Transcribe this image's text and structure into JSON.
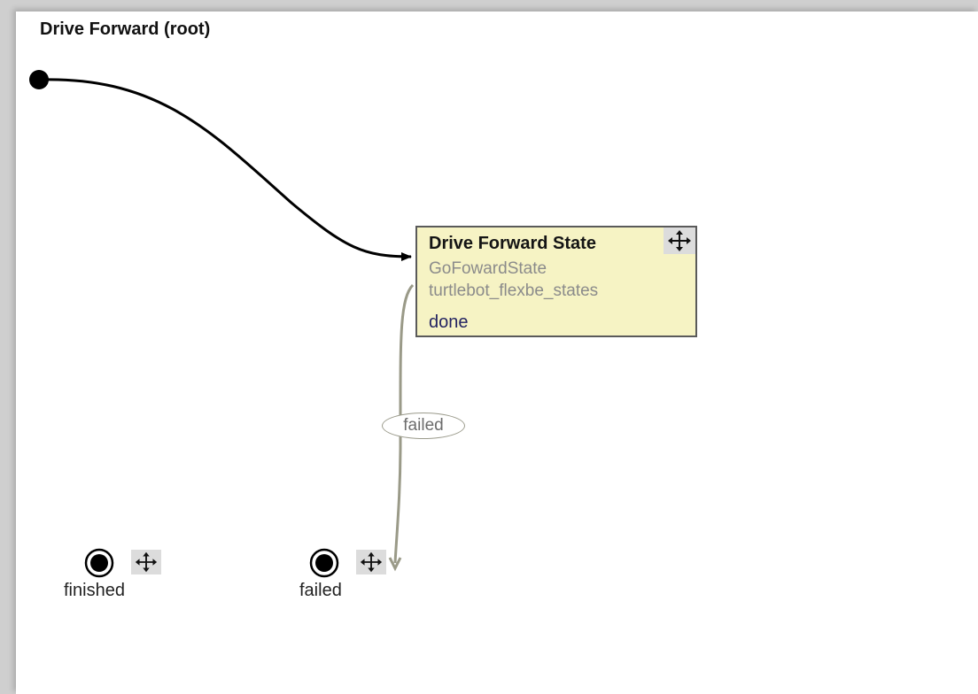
{
  "container": {
    "title": "Drive Forward (root)"
  },
  "state": {
    "name": "Drive Forward State",
    "class_name": "GoFowardState",
    "package": "turtlebot_flexbe_states",
    "outcomes": [
      "done"
    ]
  },
  "transitions": [
    {
      "from": "initial",
      "to": "Drive Forward State",
      "label": ""
    },
    {
      "from": "Drive Forward State",
      "to": "failed",
      "label": "failed"
    }
  ],
  "container_outcomes": [
    {
      "name": "finished"
    },
    {
      "name": "failed"
    }
  ],
  "icons": {
    "move_handle": "move-arrows-icon",
    "initial_state": "filled-dot",
    "outcome": "bullseye"
  },
  "colors": {
    "state_fill": "#f6f3c4",
    "state_border": "#5a5a5a",
    "init_edge": "#000000",
    "failed_edge": "#9a9a88",
    "outcome_text": "#232361"
  }
}
